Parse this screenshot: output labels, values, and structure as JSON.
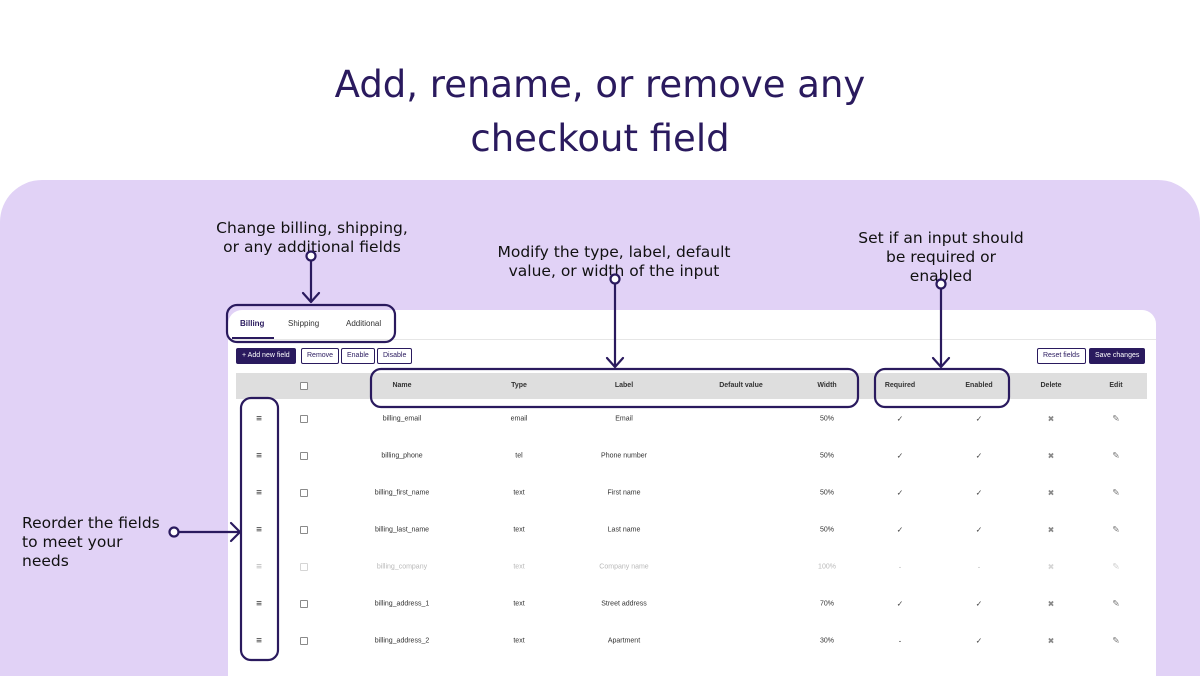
{
  "headline": {
    "line1": "Add, rename, or remove any",
    "line2": "checkout field"
  },
  "callouts": {
    "tabs_line1": "Change billing, shipping,",
    "tabs_line2": "or any additional fields",
    "columns_line1": "Modify the type, label, default",
    "columns_line2": "value, or width of the input",
    "required_line1": "Set if an input should",
    "required_line2": "be required or",
    "required_line3": "enabled",
    "reorder_line1": "Reorder the fields",
    "reorder_line2": "to meet your needs"
  },
  "tabs": [
    {
      "label": "Billing",
      "active": true
    },
    {
      "label": "Shipping",
      "active": false
    },
    {
      "label": "Additional",
      "active": false
    }
  ],
  "toolbar": {
    "add_label": "+ Add new field",
    "remove_label": "Remove",
    "enable_label": "Enable",
    "disable_label": "Disable",
    "reset_label": "Reset fields",
    "save_label": "Save changes"
  },
  "columns": {
    "name": "Name",
    "type": "Type",
    "label": "Label",
    "default_value": "Default value",
    "width": "Width",
    "required": "Required",
    "enabled": "Enabled",
    "delete": "Delete",
    "edit": "Edit"
  },
  "rows": [
    {
      "name": "billing_email",
      "type": "email",
      "label": "Email",
      "width": "50%",
      "required": "✓",
      "enabled": "✓",
      "disabled": false
    },
    {
      "name": "billing_phone",
      "type": "tel",
      "label": "Phone number",
      "width": "50%",
      "required": "✓",
      "enabled": "✓",
      "disabled": false
    },
    {
      "name": "billing_first_name",
      "type": "text",
      "label": "First name",
      "width": "50%",
      "required": "✓",
      "enabled": "✓",
      "disabled": false
    },
    {
      "name": "billing_last_name",
      "type": "text",
      "label": "Last name",
      "width": "50%",
      "required": "✓",
      "enabled": "✓",
      "disabled": false
    },
    {
      "name": "billing_company",
      "type": "text",
      "label": "Company name",
      "width": "100%",
      "required": "-",
      "enabled": "-",
      "disabled": true
    },
    {
      "name": "billing_address_1",
      "type": "text",
      "label": "Street address",
      "width": "70%",
      "required": "✓",
      "enabled": "✓",
      "disabled": false
    },
    {
      "name": "billing_address_2",
      "type": "text",
      "label": "Apartment",
      "width": "30%",
      "required": "-",
      "enabled": "✓",
      "disabled": false
    }
  ],
  "icons": {
    "drag": "drag-handle-icon",
    "delete": "x-icon",
    "edit": "pencil-icon"
  },
  "colors": {
    "brand": "#2a1a5e",
    "panel": "#e1d2f6",
    "header_row": "#dedede"
  }
}
